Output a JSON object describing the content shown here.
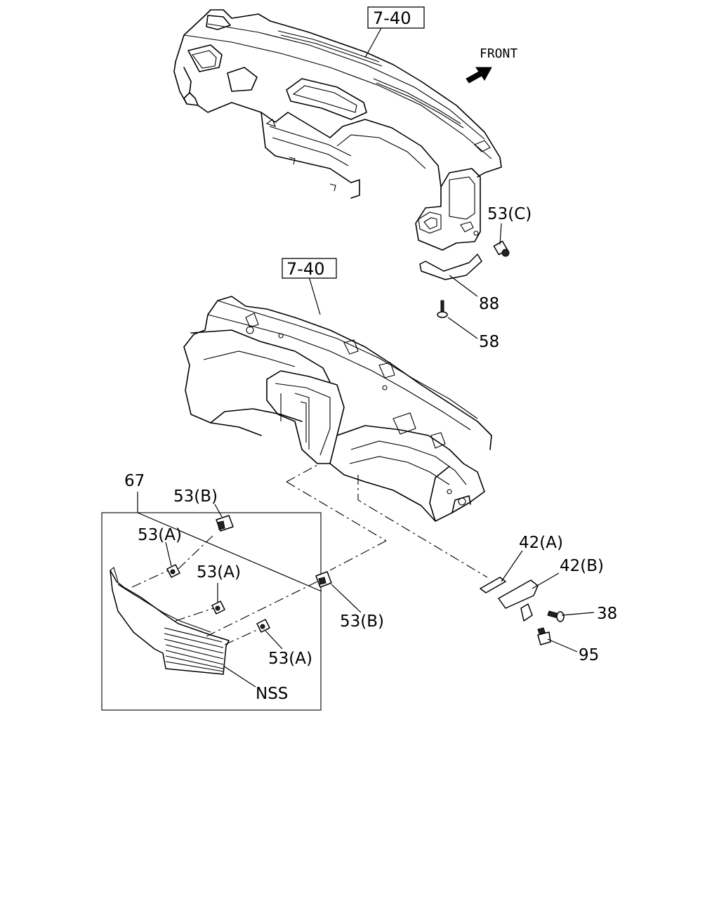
{
  "front_label": "FRONT",
  "ref_boxes": {
    "upper": "7-40",
    "lower": "7-40"
  },
  "callouts": {
    "c53c": "53(C)",
    "c88": "88",
    "c58": "58",
    "c67": "67",
    "c53b_top": "53(B)",
    "c53a_1": "53(A)",
    "c53a_2": "53(A)",
    "c53b_right": "53(B)",
    "c53a_3": "53(A)",
    "cnss": "NSS",
    "c42a": "42(A)",
    "c42b": "42(B)",
    "c38": "38",
    "c95": "95"
  }
}
